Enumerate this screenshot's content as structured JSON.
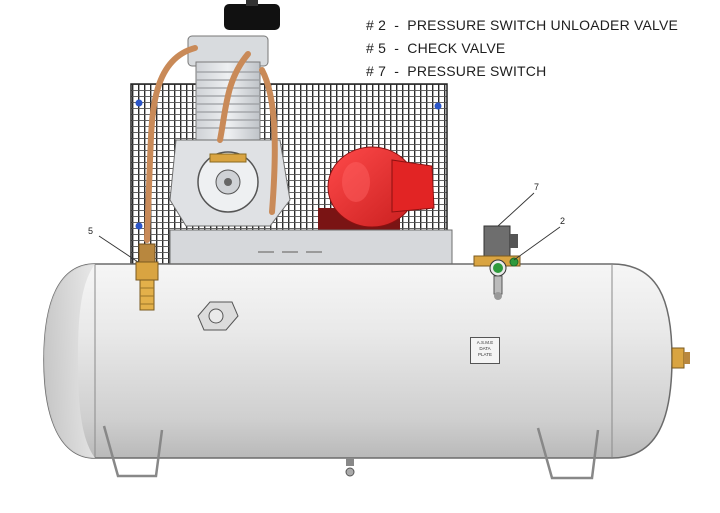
{
  "legend": {
    "items": [
      {
        "number": "# 2",
        "label": "PRESSURE SWITCH UNLOADER VALVE"
      },
      {
        "number": "# 5",
        "label": "CHECK VALVE"
      },
      {
        "number": "# 7",
        "label": "PRESSURE SWITCH"
      }
    ]
  },
  "callouts": {
    "five": "5",
    "seven": "7",
    "two": "2"
  },
  "plate": {
    "line1": "A.S.M.E",
    "line2": "DATA",
    "line3": "PLATE"
  },
  "colors": {
    "tank": "#e6e6e6",
    "motor": "#e8282b",
    "copper": "#c98a58",
    "brass": "#d9a441",
    "guard": "#2a2a2a"
  }
}
